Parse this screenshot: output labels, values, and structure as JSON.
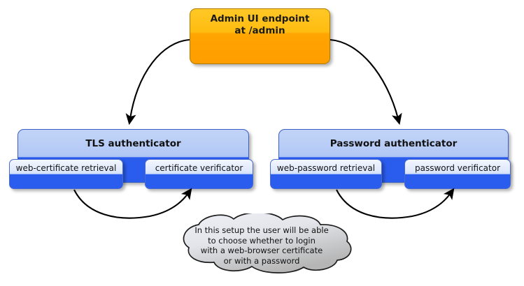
{
  "diagram": {
    "type": "uml-component-diagram",
    "background": "#ffffff",
    "colors": {
      "endpoint_fill_top": "#ffc826",
      "endpoint_fill_bottom": "#ff9e00",
      "endpoint_border": "#b07a00",
      "package_fill_top": "#c2d4f7",
      "package_fill_bottom": "#2a5cee",
      "package_border": "#3b5fc4",
      "component_fill_top": "#f2f6fe",
      "component_fill_bottom": "#2a5cee",
      "component_border": "#4a6ad0",
      "note_fill_top": "#eef0f5",
      "note_fill_bottom": "#b9b9b9",
      "note_border": "#1a1a1a",
      "arrow_color": "#000000"
    }
  },
  "endpoint": {
    "title_line1": "Admin UI endpoint",
    "title_line2": "at /admin"
  },
  "packages": [
    {
      "id": "tls",
      "title": "TLS authenticator",
      "components": [
        {
          "id": "web-certificate-retrieval",
          "label": "web-certificate retrieval"
        },
        {
          "id": "certificate-verificator",
          "label": "certificate verificator"
        }
      ]
    },
    {
      "id": "password",
      "title": "Password authenticator",
      "components": [
        {
          "id": "web-password-retrieval",
          "label": "web-password retrieval"
        },
        {
          "id": "password-verificator",
          "label": "password verificator"
        }
      ]
    }
  ],
  "note": {
    "lines": [
      "In this setup the user will be able",
      "to choose whether to login",
      "with a web-browser certificate",
      "or with a password"
    ]
  },
  "connectors": [
    {
      "id": "endpoint-to-tls",
      "from": "endpoint",
      "to": "tls",
      "style": "curved-arrow"
    },
    {
      "id": "endpoint-to-password",
      "from": "endpoint",
      "to": "password",
      "style": "curved-arrow"
    },
    {
      "id": "web-certificate-retrieval-to-certificate-verificator",
      "from": "web-certificate-retrieval",
      "to": "certificate-verificator",
      "style": "curved-arrow"
    },
    {
      "id": "web-password-retrieval-to-password-verificator",
      "from": "web-password-retrieval",
      "to": "password-verificator",
      "style": "curved-arrow"
    }
  ]
}
